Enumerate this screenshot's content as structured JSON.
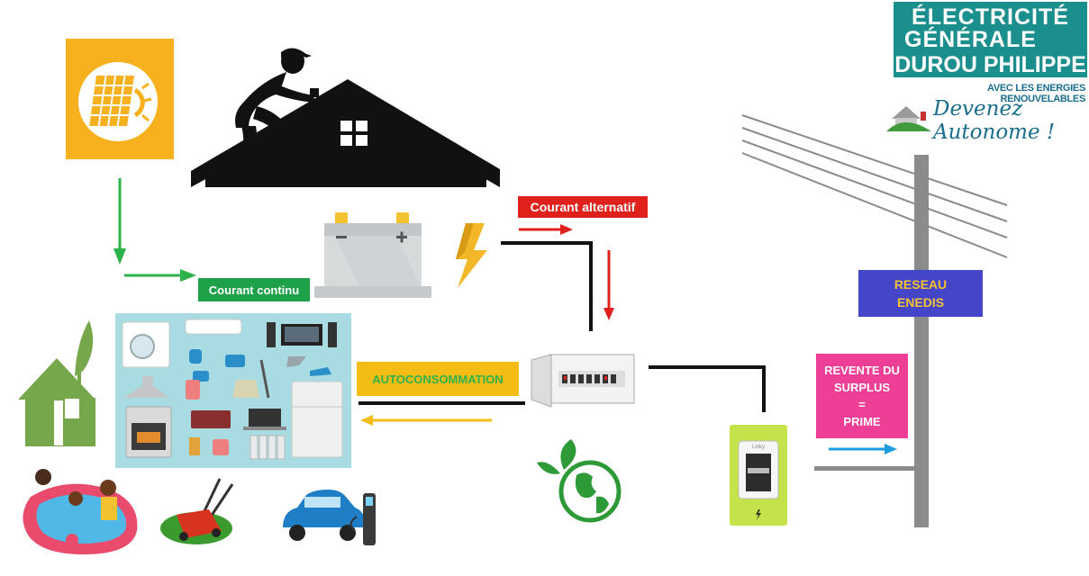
{
  "labels": {
    "courant_continu": "Courant continu",
    "courant_alternatif": "Courant alternatif",
    "autoconsommation": "AUTOCONSOMMATION",
    "reseau_line1": "RESEAU",
    "reseau_line2": "ENEDIS",
    "revente_line1": "REVENTE DU",
    "revente_line2": "SURPLUS",
    "revente_line3": "=",
    "revente_line4": "PRIME"
  },
  "logo": {
    "line1": "ÉLECTRICITÉ",
    "line2": "GÉNÉRALE",
    "line3": "DUROU PHILIPPE",
    "subtitle": "AVEC LES ENERGIES RENOUVELABLES",
    "tagline": "Devenez Autonome !"
  },
  "colors": {
    "green_label": "#1fa14a",
    "red_label": "#e0201b",
    "yellow_label": "#f3bd16",
    "yellow_label_text": "#2fb14b",
    "reseau_label": "#4545c9",
    "reseau_text": "#f2c230",
    "revente_label": "#ee3f96",
    "solar_tile": "#f7b11f",
    "appliance_panel": "#a9dbe3",
    "house": "#77a74b",
    "logo_teal": "#1b8f8e",
    "pole": "#8b8b8b",
    "meter": "#c4e34a"
  },
  "icons": [
    "solar-panel-icon",
    "roofer-silhouette-icon",
    "battery-icon",
    "lightning-icon",
    "green-house-icon",
    "appliances-icon",
    "breaker-panel-icon",
    "eco-globe-icon",
    "electric-meter-icon",
    "utility-pole-icon",
    "pool-children-icon",
    "lawn-mower-icon",
    "electric-car-charging-icon"
  ]
}
